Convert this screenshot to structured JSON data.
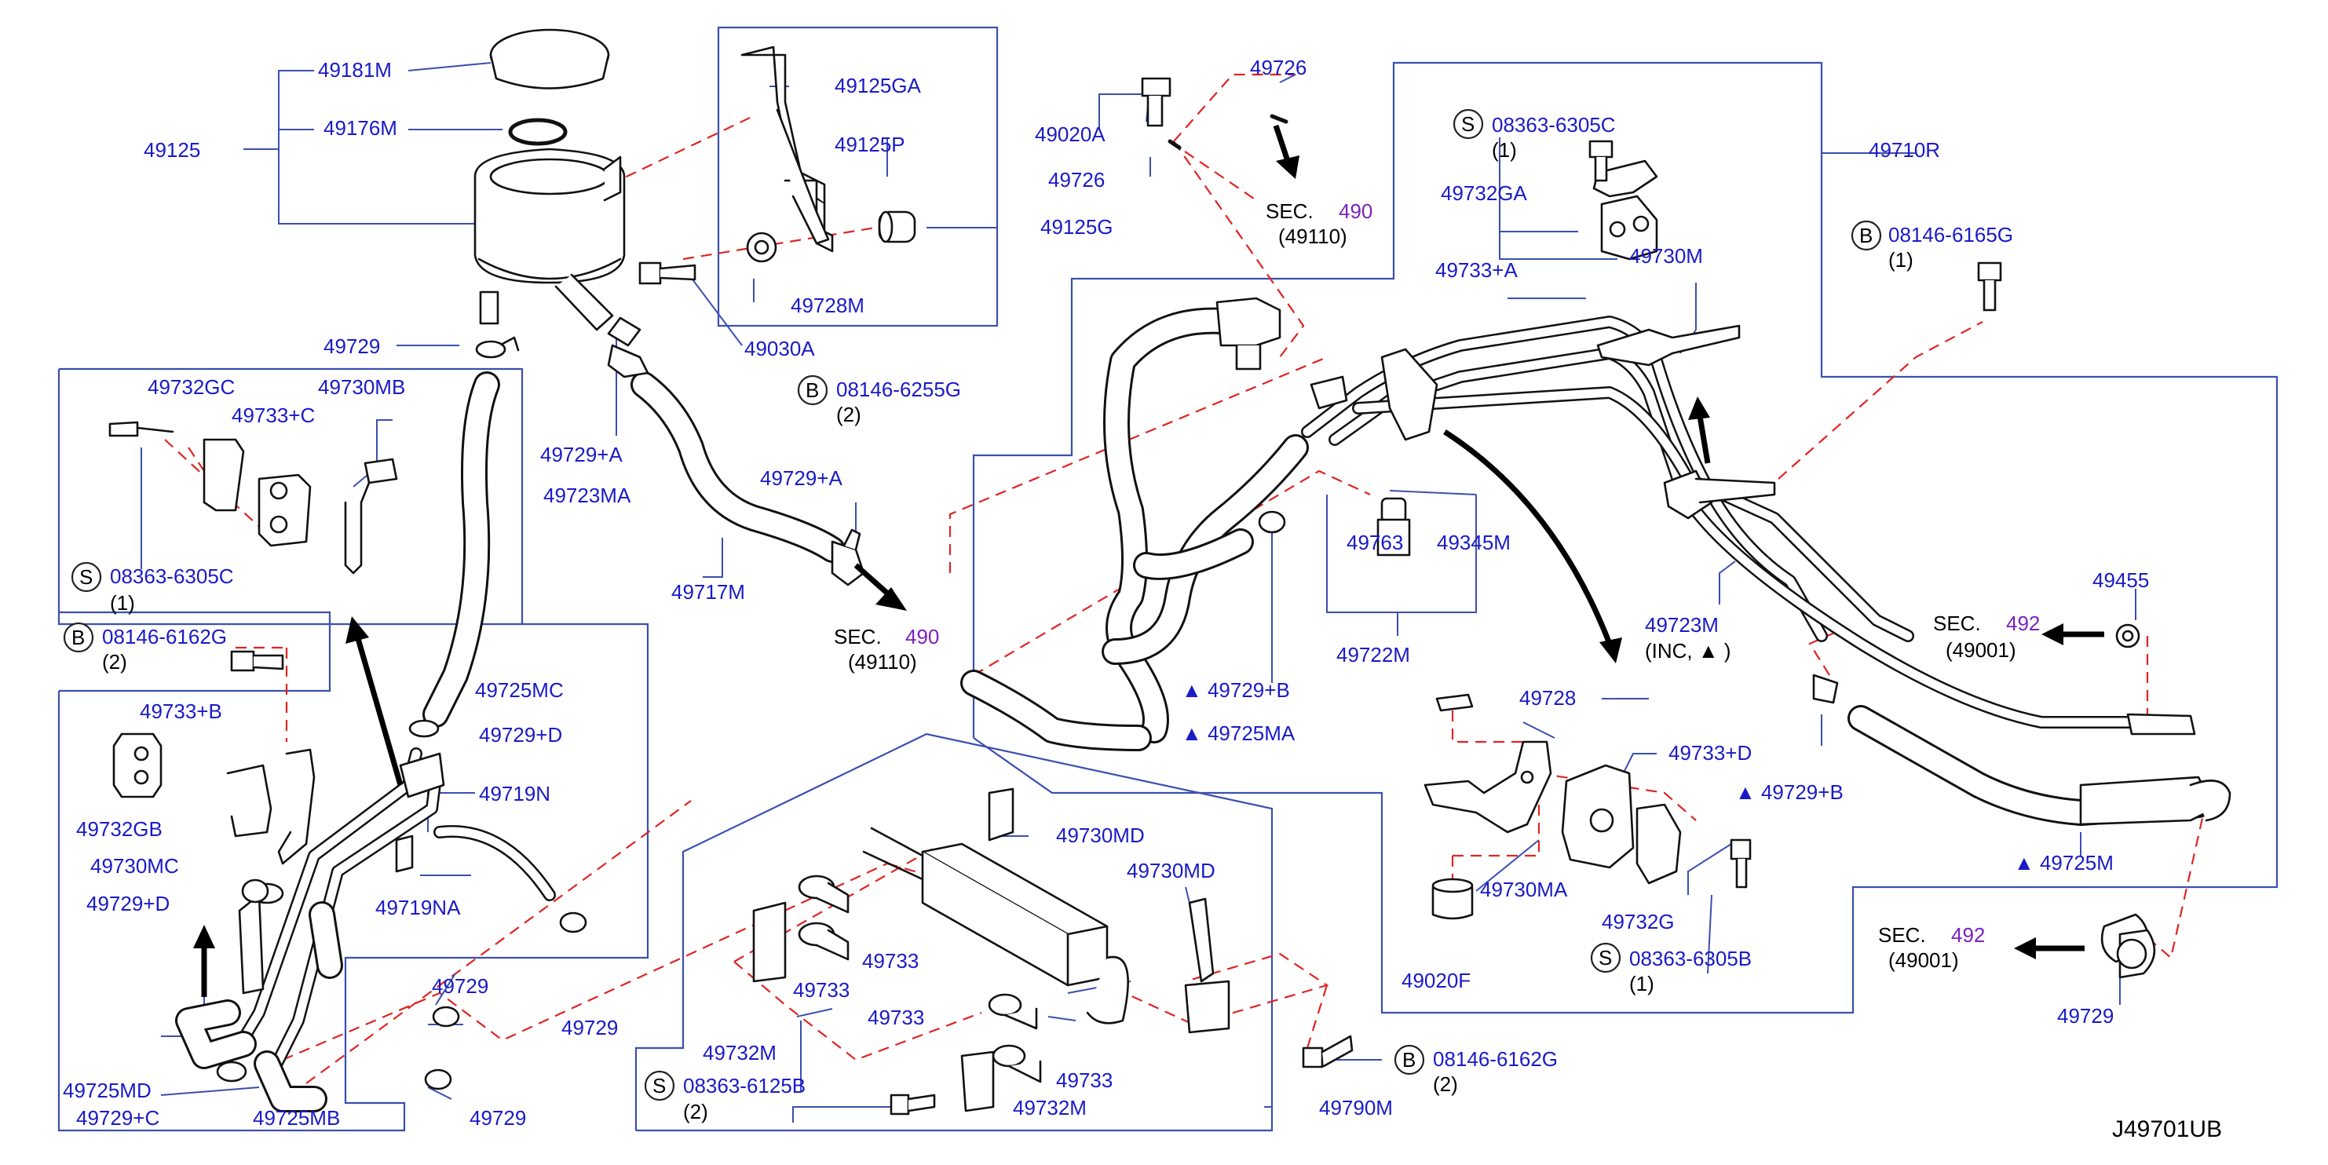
{
  "diagram_code": "J49701UB",
  "labels": {
    "p49181M": "49181M",
    "p49176M": "49176M",
    "p49125": "49125",
    "p49729_tl": "49729",
    "p49125GA": "49125GA",
    "p49125P": "49125P",
    "p49125G": "49125G",
    "p49728M": "49728M",
    "p49030A": "49030A",
    "p49020A": "49020A",
    "p49726_a": "49726",
    "p49726_b": "49726",
    "p49729A_1": "49729+A",
    "p49729A_2": "49729+A",
    "p49723MA": "49723MA",
    "p49717M": "49717M",
    "p49732GC": "49732GC",
    "p49733C": "49733+C",
    "p49730MB": "49730MB",
    "p08363_6305C_l": "08363-6305C",
    "p08363_6305C_l_qty": "(1)",
    "p08146_6162G_l": "08146-6162G",
    "p08146_6162G_l_qty": "(2)",
    "p08146_6255G": "08146-6255G",
    "p08146_6255G_qty": "(2)",
    "p49725MC": "49725MC",
    "p49729D_1": "49729+D",
    "p49733B": "49733+B",
    "p49719N": "49719N",
    "p49732GB": "49732GB",
    "p49719NA": "49719NA",
    "p49730MC": "49730MC",
    "p49729D_2": "49729+D",
    "p49729_m1": "49729",
    "p49729_m2": "49729",
    "p49729_m3": "49729",
    "p49725MD": "49725MD",
    "p49729C": "49729+C",
    "p49725MB": "49725MB",
    "p49730MD_1": "49730MD",
    "p49730MD_2": "49730MD",
    "p49733_1": "49733",
    "p49733_2": "49733",
    "p49733_3": "49733",
    "p49733_4": "49733",
    "p49732M_1": "49732M",
    "p49732M_2": "49732M",
    "p08363_6125B": "08363-6125B",
    "p08363_6125B_qty": "(2)",
    "p49790M": "49790M",
    "p08146_6162G_b": "08146-6162G",
    "p08146_6162G_b_qty": "(2)",
    "p08363_6305C_r": "08363-6305C",
    "p08363_6305C_r_qty": "(1)",
    "p49710R": "49710R",
    "p49732GA": "49732GA",
    "p08146_6165G": "08146-6165G",
    "p08146_6165G_qty": "(1)",
    "p49733A": "49733+A",
    "p49730M": "49730M",
    "p49763": "49763",
    "p49345M": "49345M",
    "p49722M": "49722M",
    "p49729B_1": "▲ 49729+B",
    "p49725MA": "▲ 49725MA",
    "p49723M": "49723M",
    "p49723M_inc": "(INC,    ▲    )",
    "p49455": "49455",
    "p49728": "49728",
    "p49733D": "49733+D",
    "p49729B_2": "▲ 49729+B",
    "p49730MA": "49730MA",
    "p49732G": "49732G",
    "p49020F": "49020F",
    "p08363_6305B": "08363-6305B",
    "p08363_6305B_qty": "(1)",
    "p49725M": "▲ 49725M",
    "p49729_br": "49729"
  },
  "symbols": {
    "s": "S",
    "b": "B"
  },
  "sections": [
    {
      "prefix": "SEC.",
      "num": "490",
      "ref": "(49110)"
    },
    {
      "prefix": "SEC.",
      "num": "490",
      "ref": "(49110)"
    },
    {
      "prefix": "SEC.",
      "num": "492",
      "ref": "(49001)"
    },
    {
      "prefix": "SEC.",
      "num": "492",
      "ref": "(49001)"
    }
  ],
  "colors": {
    "label": "#1a1ac8",
    "section_number": "#7a22c0",
    "phantom_line": "#e02424",
    "callout_box": "#3a4fb0"
  }
}
